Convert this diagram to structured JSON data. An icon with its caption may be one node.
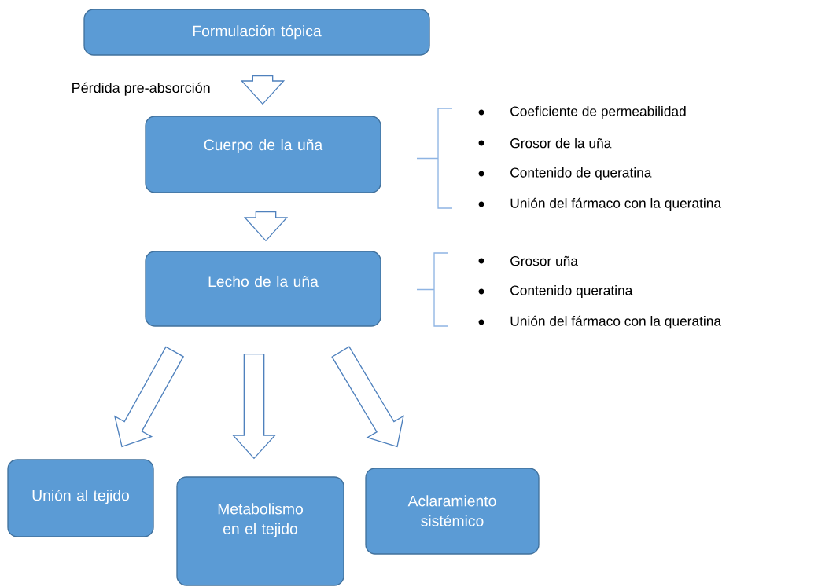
{
  "diagram": {
    "nodes": [
      {
        "text": [
          "Formulación tópica"
        ]
      },
      {
        "text": [
          "Cuerpo de la uña"
        ],
        "beside": [
          "Coeficiente de permeabilidad",
          "Grosor de la uña",
          "Contenido de queratina",
          "Unión del fármaco con la queratina"
        ]
      },
      {
        "text": [
          "Lecho de la uña"
        ],
        "beside": [
          "Grosor uña",
          "Contenido queratina",
          "Unión del fármaco con la queratina"
        ]
      },
      {
        "text": [
          "Unión al tejido"
        ]
      },
      {
        "text": [
          "Metabolismo en el tejido"
        ]
      },
      {
        "text": [
          "Aclaramiento sistémico"
        ]
      }
    ],
    "edges": [
      {
        "from": 0,
        "to": 1,
        "arrow": "to",
        "label": "Pérdida pre-absorción"
      },
      {
        "from": 1,
        "to": 2,
        "arrow": "to"
      },
      {
        "from": 2,
        "to": 3,
        "arrow": "to"
      },
      {
        "from": 2,
        "to": 4,
        "arrow": "to"
      },
      {
        "from": 2,
        "to": 5,
        "arrow": "to"
      }
    ]
  }
}
